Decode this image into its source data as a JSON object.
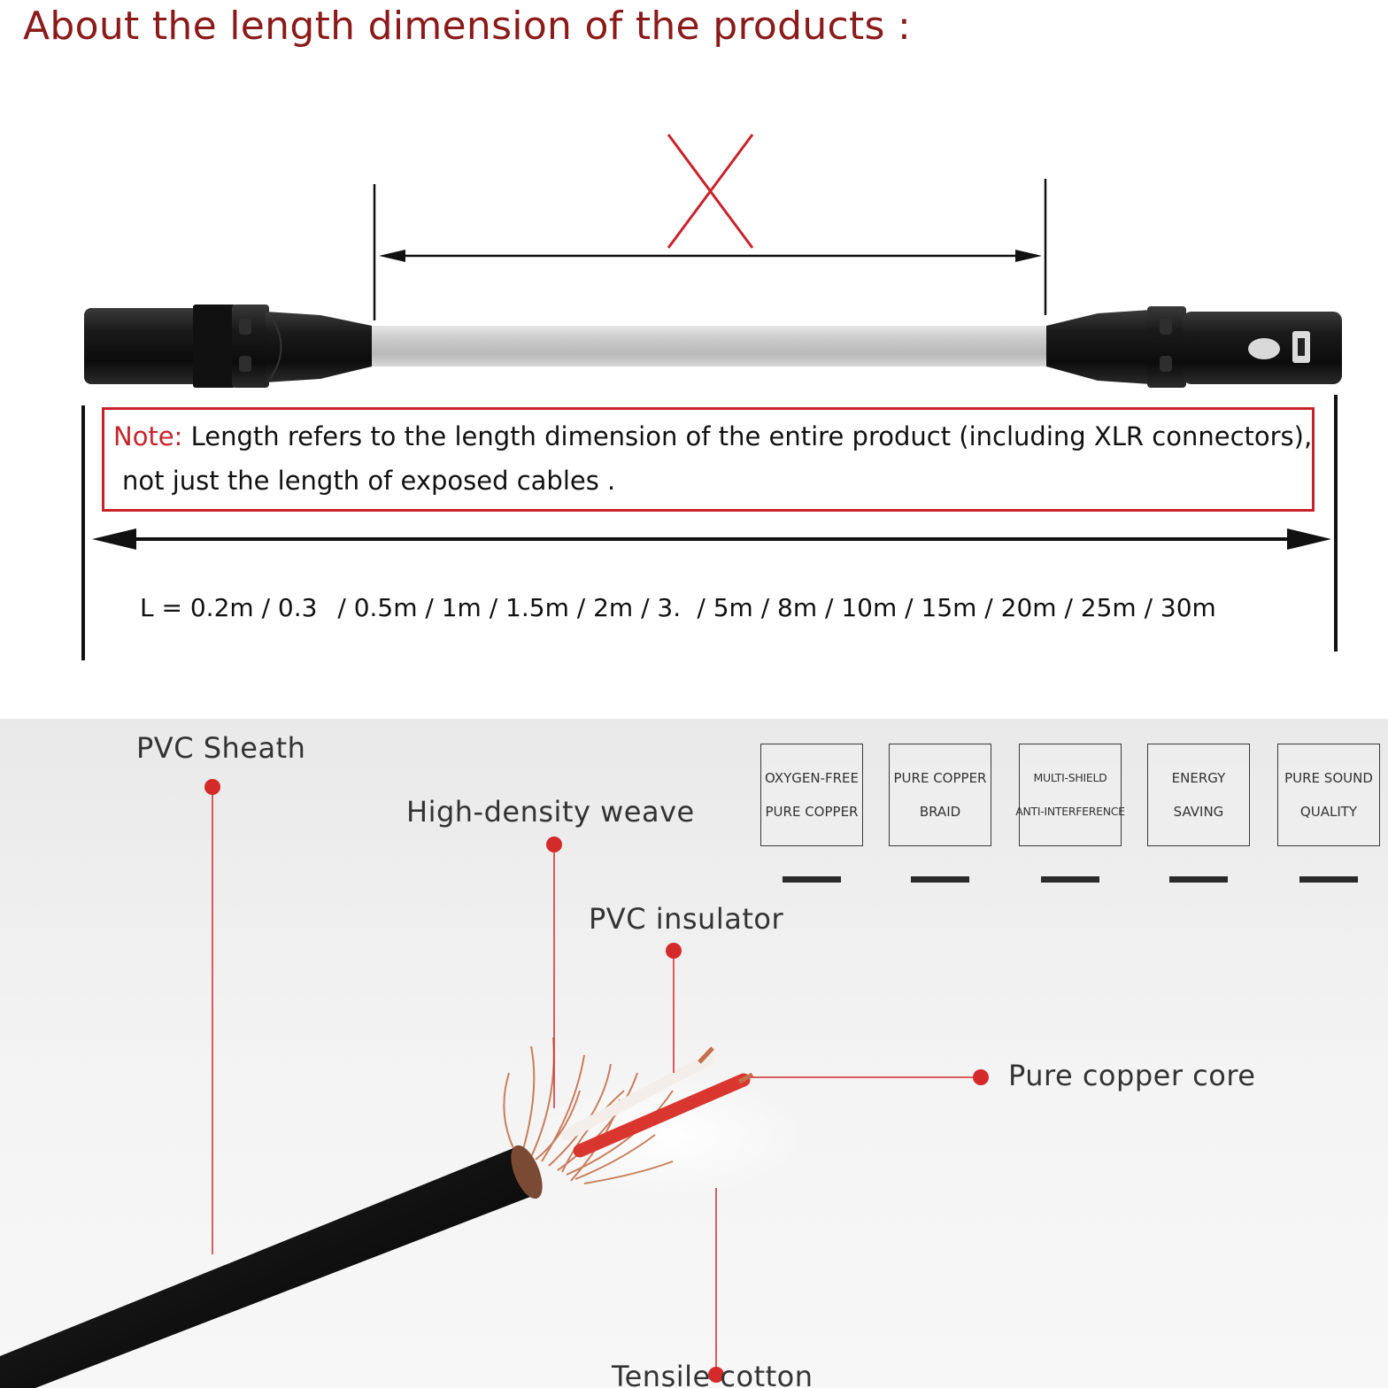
{
  "header": {
    "title": "About the length dimension of the products :"
  },
  "note": {
    "label": "Note:",
    "line1_text": " Length refers to the length dimension of the entire product (including XLR connectors),",
    "line2_text": "not just the length of exposed cables ."
  },
  "lengths": {
    "text": "L = 0.2m / 0.3    / 0.5m / 1m / 1.5m / 2m / 3.   / 5m / 8m / 10m / 15m / 20m / 25m / 30m"
  },
  "structure_labels": {
    "pvc_sheath": "PVC Sheath",
    "high_density_weave": "High-density weave",
    "pvc_insulator": "PVC insulator",
    "pure_copper_core": "Pure copper core",
    "tensile_cotton": "Tensile cotton"
  },
  "features": [
    {
      "line1": "OXYGEN-FREE",
      "line2": "PURE COPPER"
    },
    {
      "line1": "PURE COPPER",
      "line2": "BRAID"
    },
    {
      "line1": "MULTI-SHIELD",
      "line2": "ANTI-INTERFERENCE"
    },
    {
      "line1": "ENERGY",
      "line2": "SAVING"
    },
    {
      "line1": "PURE SOUND",
      "line2": "QUALITY"
    }
  ],
  "colors": {
    "title": "#8b1a1a",
    "note_accent": "#c8232b",
    "leader_line": "#d42a2a",
    "cable_jacket": "#1b1b1b",
    "copper": "#c9704a"
  },
  "icons": [
    "cross-mark-icon",
    "double-arrow-icon",
    "xlr-male-connector",
    "xlr-female-connector"
  ]
}
